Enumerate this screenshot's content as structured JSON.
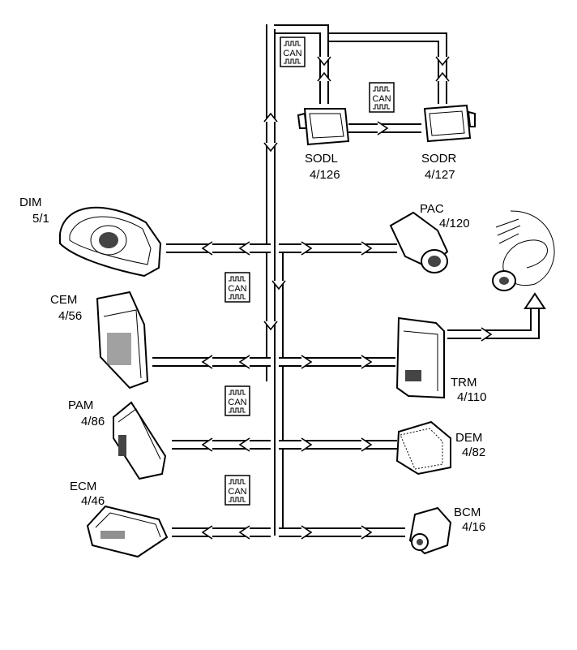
{
  "can_badge_label": "CAN",
  "modules": [
    {
      "id": "sodl",
      "name": "SODL",
      "code": "4/126"
    },
    {
      "id": "sodr",
      "name": "SODR",
      "code": "4/127"
    },
    {
      "id": "dim",
      "name": "DIM",
      "code": "5/1"
    },
    {
      "id": "pac",
      "name": "PAC",
      "code": "4/120"
    },
    {
      "id": "cem",
      "name": "CEM",
      "code": "4/56"
    },
    {
      "id": "trm",
      "name": "TRM",
      "code": "4/110"
    },
    {
      "id": "pam",
      "name": "PAM",
      "code": "4/86"
    },
    {
      "id": "dem",
      "name": "DEM",
      "code": "4/82"
    },
    {
      "id": "ecm",
      "name": "ECM",
      "code": "4/46"
    },
    {
      "id": "bcm",
      "name": "BCM",
      "code": "4/16"
    }
  ]
}
